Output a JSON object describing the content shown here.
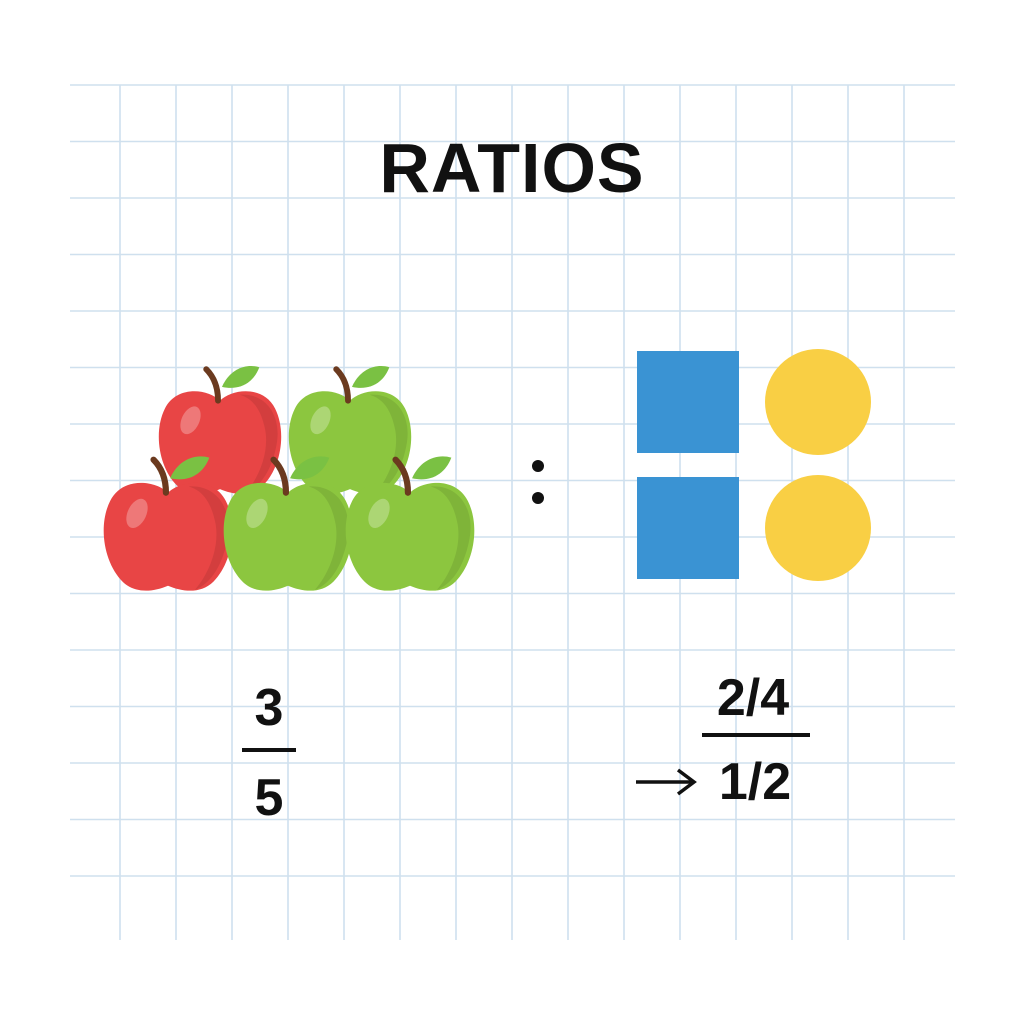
{
  "title": "RATIOS",
  "colors": {
    "grid": "#cfe0ee",
    "red_apple": "#e84545",
    "green_apple": "#8cc63f",
    "leaf": "#7ac143",
    "stem": "#6b3a1f",
    "square": "#3a93d3",
    "circle": "#f9cf44",
    "ink": "#111111"
  },
  "left_group": {
    "items": [
      {
        "kind": "red-apple"
      },
      {
        "kind": "green-apple"
      },
      {
        "kind": "red-apple"
      },
      {
        "kind": "green-apple"
      },
      {
        "kind": "green-apple"
      }
    ],
    "ratio_numerator": "3",
    "ratio_denominator": "5"
  },
  "separator": ":",
  "right_group": {
    "items": [
      {
        "kind": "blue-square"
      },
      {
        "kind": "yellow-circle"
      },
      {
        "kind": "blue-square"
      },
      {
        "kind": "yellow-circle"
      }
    ],
    "ratio_numerator": "2/4",
    "ratio_simplified": "1/2",
    "arrow_icon": "right-arrow-icon"
  }
}
